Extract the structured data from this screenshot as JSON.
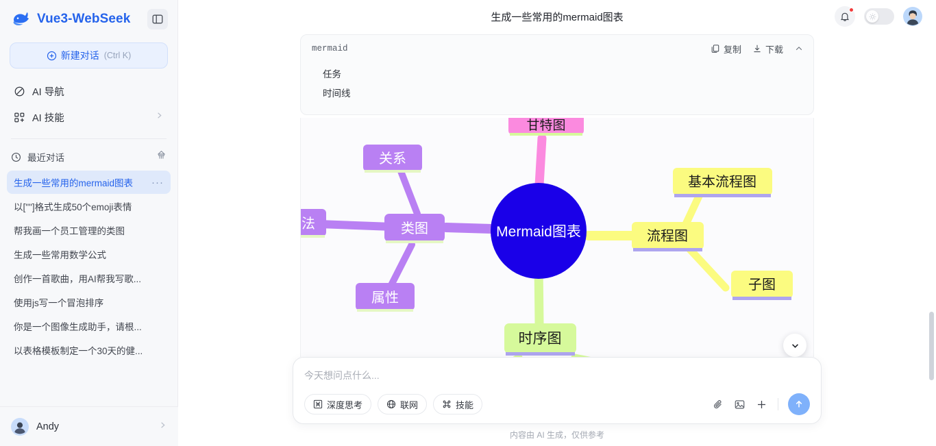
{
  "app": {
    "brand": "Vue3-WebSeek",
    "logo_icon": "whale-logo-icon",
    "panel_toggle_icon": "sidebar-toggle-icon"
  },
  "sidebar": {
    "new_chat": {
      "label": "新建对话",
      "shortcut": "(Ctrl K)",
      "icon": "plus-circle-icon"
    },
    "nav": [
      {
        "label": "AI 导航",
        "icon": "compass-icon",
        "chevron": false
      },
      {
        "label": "AI 技能",
        "icon": "grid-apps-icon",
        "chevron": true
      }
    ],
    "recent": {
      "label": "最近对话",
      "icon": "clock-icon",
      "action_icon": "broom-clear-icon"
    },
    "conversations": [
      {
        "title": "生成一些常用的mermaid图表",
        "active": true,
        "menu": "···"
      },
      {
        "title": "以[\"\"]格式生成50个emoji表情",
        "active": false,
        "menu": ""
      },
      {
        "title": "帮我画一个员工管理的类图",
        "active": false,
        "menu": ""
      },
      {
        "title": "生成一些常用数学公式",
        "active": false,
        "menu": ""
      },
      {
        "title": "创作一首歌曲，用AI帮我写歌...",
        "active": false,
        "menu": ""
      },
      {
        "title": "使用js写一个冒泡排序",
        "active": false,
        "menu": ""
      },
      {
        "title": "你是一个图像生成助手，请根...",
        "active": false,
        "menu": ""
      },
      {
        "title": "以表格模板制定一个30天的健...",
        "active": false,
        "menu": ""
      }
    ],
    "footer": {
      "user": "Andy",
      "avatar_icon": "user-avatar",
      "chevron_icon": "chevron-right-icon"
    }
  },
  "header": {
    "title": "生成一些常用的mermaid图表",
    "bell_icon": "bell-icon",
    "has_notification": true,
    "theme_toggle_icon": "sun-icon",
    "avatar_icon": "user-avatar"
  },
  "message": {
    "code_block": {
      "language": "mermaid",
      "copy_label": "复制",
      "copy_icon": "copy-icon",
      "download_label": "下载",
      "download_icon": "download-icon",
      "collapse_icon": "chevron-up-icon",
      "lines": [
        "任务",
        "时间线"
      ]
    }
  },
  "mindmap": {
    "root": {
      "text": "Mermaid图表",
      "shape": "circle",
      "fill": "#1a00e8",
      "text_color": "#ffffff"
    },
    "nodes": [
      {
        "text": "甘特图",
        "fill": "#fb8adf",
        "text_color": "#1b1b1b",
        "branch": "pink",
        "clipped": true
      },
      {
        "text": "基本流程图",
        "fill": "#fbfb80",
        "text_color": "#1b1b1b",
        "branch": "yellow"
      },
      {
        "text": "流程图",
        "fill": "#fbfb80",
        "text_color": "#1b1b1b",
        "branch": "yellow"
      },
      {
        "text": "子图",
        "fill": "#fbfb80",
        "text_color": "#1b1b1b",
        "branch": "yellow"
      },
      {
        "text": "时序图",
        "fill": "#d6f99b",
        "text_color": "#1b1b1b",
        "branch": "green"
      },
      {
        "text": "关系",
        "fill": "#b980f3",
        "text_color": "#ffffff",
        "branch": "purple"
      },
      {
        "text": "类图",
        "fill": "#b980f3",
        "text_color": "#ffffff",
        "branch": "purple"
      },
      {
        "text": "属性",
        "fill": "#b980f3",
        "text_color": "#ffffff",
        "branch": "purple"
      },
      {
        "text": "方法",
        "fill": "#b980f3",
        "text_color": "#ffffff",
        "branch": "purple",
        "clipped": true
      }
    ],
    "scroll_down_icon": "chevron-down-icon"
  },
  "composer": {
    "placeholder": "今天想问点什么...",
    "chips": [
      {
        "label": "深度思考",
        "icon": "deep-think-icon"
      },
      {
        "label": "联网",
        "icon": "globe-icon"
      },
      {
        "label": "技能",
        "icon": "command-icon"
      }
    ],
    "tools": [
      {
        "icon": "paperclip-icon"
      },
      {
        "icon": "image-icon"
      },
      {
        "icon": "plus-icon"
      }
    ],
    "send_icon": "arrow-up-icon",
    "footnote": "内容由 AI 生成，仅供参考"
  },
  "colors": {
    "brand": "#2563eb",
    "accent_bg": "#eaf1fe",
    "active_conv": "#dfe9fb",
    "send": "#7fb1fb",
    "badge": "#f23b3b"
  }
}
